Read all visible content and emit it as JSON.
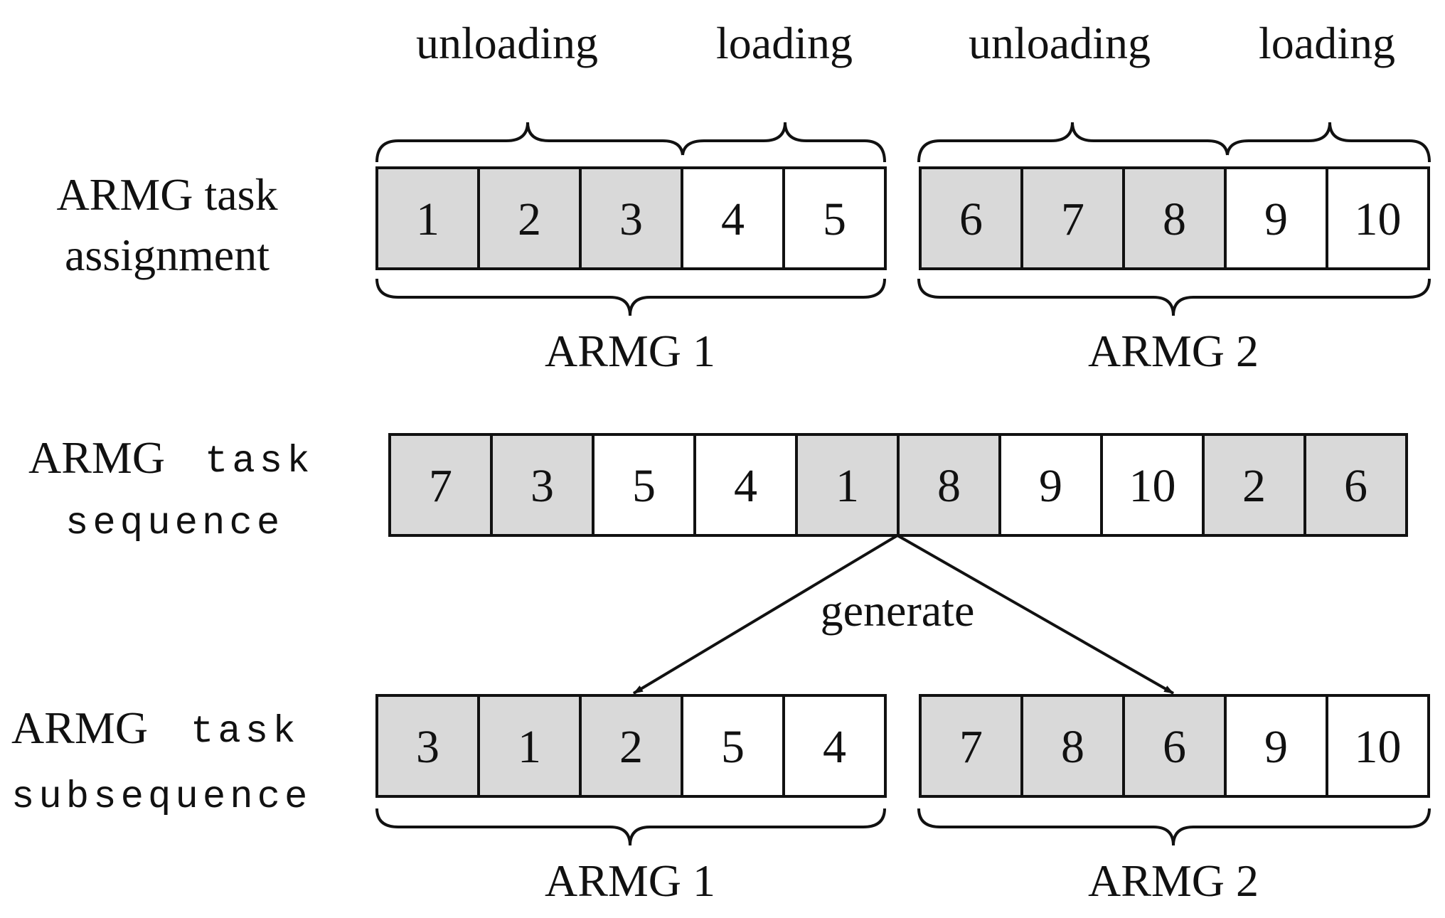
{
  "colors": {
    "loaded": "#d9d9d9",
    "empty": "#ffffff",
    "stroke": "#111111"
  },
  "row_labels": {
    "assignment": {
      "word1": "ARMG task",
      "word2": "assignment"
    },
    "sequence": {
      "word1": "ARMG",
      "word1b": "task",
      "word2": "sequence"
    },
    "subsequence": {
      "word1": "ARMG",
      "word1b": "task",
      "word2": "subsequence"
    }
  },
  "top_labels": [
    "unloading",
    "loading",
    "unloading",
    "loading"
  ],
  "group_labels": {
    "armg1": "ARMG 1",
    "armg2": "ARMG 2"
  },
  "generate_label": "generate",
  "assignment": {
    "armg1": [
      {
        "label": "1",
        "type": "unloading"
      },
      {
        "label": "2",
        "type": "unloading"
      },
      {
        "label": "3",
        "type": "unloading"
      },
      {
        "label": "4",
        "type": "loading"
      },
      {
        "label": "5",
        "type": "loading"
      }
    ],
    "armg2": [
      {
        "label": "6",
        "type": "unloading"
      },
      {
        "label": "7",
        "type": "unloading"
      },
      {
        "label": "8",
        "type": "unloading"
      },
      {
        "label": "9",
        "type": "loading"
      },
      {
        "label": "10",
        "type": "loading"
      }
    ]
  },
  "sequence": [
    {
      "label": "7",
      "type": "unloading"
    },
    {
      "label": "3",
      "type": "unloading"
    },
    {
      "label": "5",
      "type": "loading"
    },
    {
      "label": "4",
      "type": "loading"
    },
    {
      "label": "1",
      "type": "unloading"
    },
    {
      "label": "8",
      "type": "unloading"
    },
    {
      "label": "9",
      "type": "loading"
    },
    {
      "label": "10",
      "type": "loading"
    },
    {
      "label": "2",
      "type": "unloading"
    },
    {
      "label": "6",
      "type": "unloading"
    }
  ],
  "subsequence": {
    "armg1": [
      {
        "label": "3",
        "type": "unloading"
      },
      {
        "label": "1",
        "type": "unloading"
      },
      {
        "label": "2",
        "type": "unloading"
      },
      {
        "label": "5",
        "type": "loading"
      },
      {
        "label": "4",
        "type": "loading"
      }
    ],
    "armg2": [
      {
        "label": "7",
        "type": "unloading"
      },
      {
        "label": "8",
        "type": "unloading"
      },
      {
        "label": "6",
        "type": "unloading"
      },
      {
        "label": "9",
        "type": "loading"
      },
      {
        "label": "10",
        "type": "loading"
      }
    ]
  }
}
